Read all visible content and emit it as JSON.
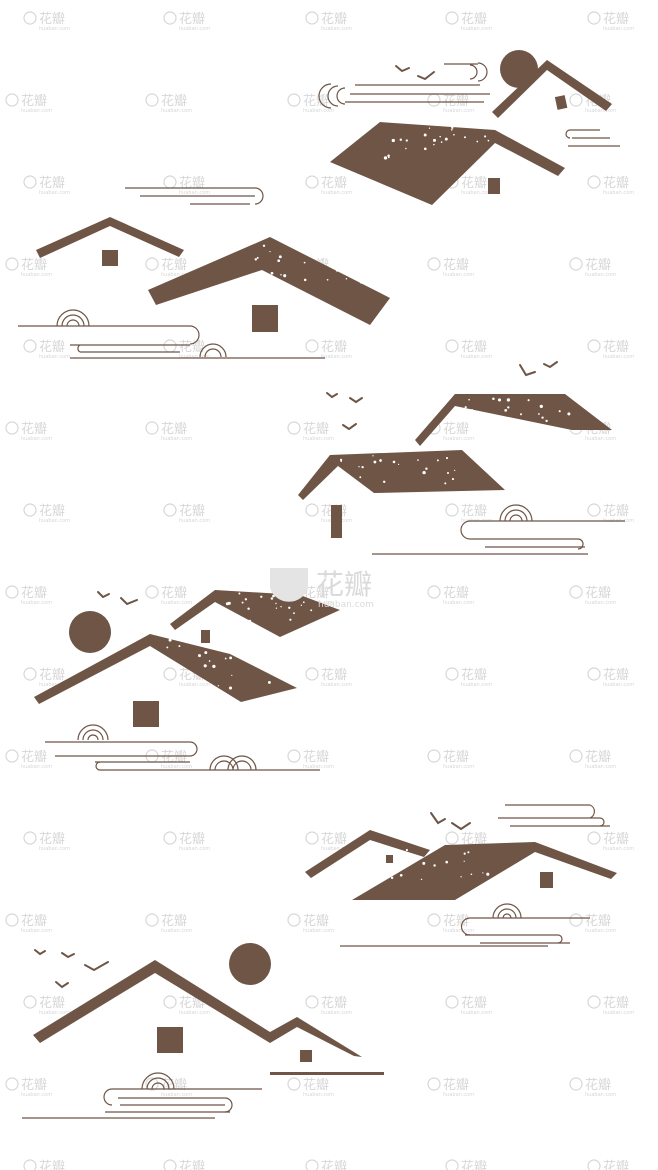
{
  "colors": {
    "primary": "#6e5546",
    "background": "#ffffff",
    "watermark": "#d7d7d7"
  },
  "watermark": {
    "brand": "花瓣",
    "domain": "huaban.com"
  },
  "vignettes": [
    {
      "name": "vignette-1",
      "elements": [
        "sun",
        "birds",
        "roofs",
        "clouds"
      ]
    },
    {
      "name": "vignette-2",
      "elements": [
        "roofs",
        "window",
        "waves",
        "clouds"
      ]
    },
    {
      "name": "vignette-3",
      "elements": [
        "birds",
        "roofs",
        "door",
        "waves",
        "clouds"
      ]
    },
    {
      "name": "vignette-4",
      "elements": [
        "sun",
        "birds",
        "roofs",
        "window",
        "waves",
        "clouds"
      ]
    },
    {
      "name": "vignette-5",
      "elements": [
        "birds",
        "roofs",
        "window",
        "waves",
        "clouds"
      ]
    },
    {
      "name": "vignette-6",
      "elements": [
        "sun",
        "birds",
        "roofs",
        "window",
        "waves",
        "clouds"
      ]
    }
  ]
}
